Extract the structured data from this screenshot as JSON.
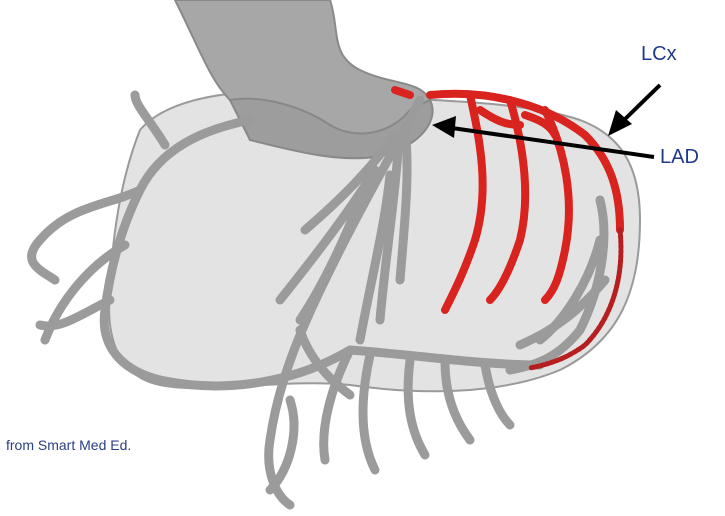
{
  "labels": {
    "lcx": "LCx",
    "lad": "LAD"
  },
  "credit": "from Smart Med Ed.",
  "colors": {
    "heart_fill": "#e3e3e3",
    "vessel_gray": "#9b9b9b",
    "vessel_outline": "#6f6f6f",
    "artery_red": "#d9231f",
    "arrow": "#000000",
    "label_blue": "#1f3a8a"
  }
}
